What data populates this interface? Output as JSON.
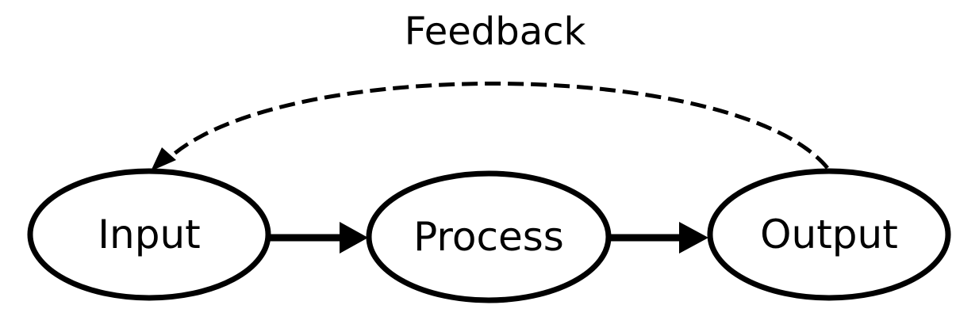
{
  "diagram": {
    "feedback_label": "Feedback",
    "nodes": {
      "input": "Input",
      "process": "Process",
      "output": "Output"
    }
  }
}
